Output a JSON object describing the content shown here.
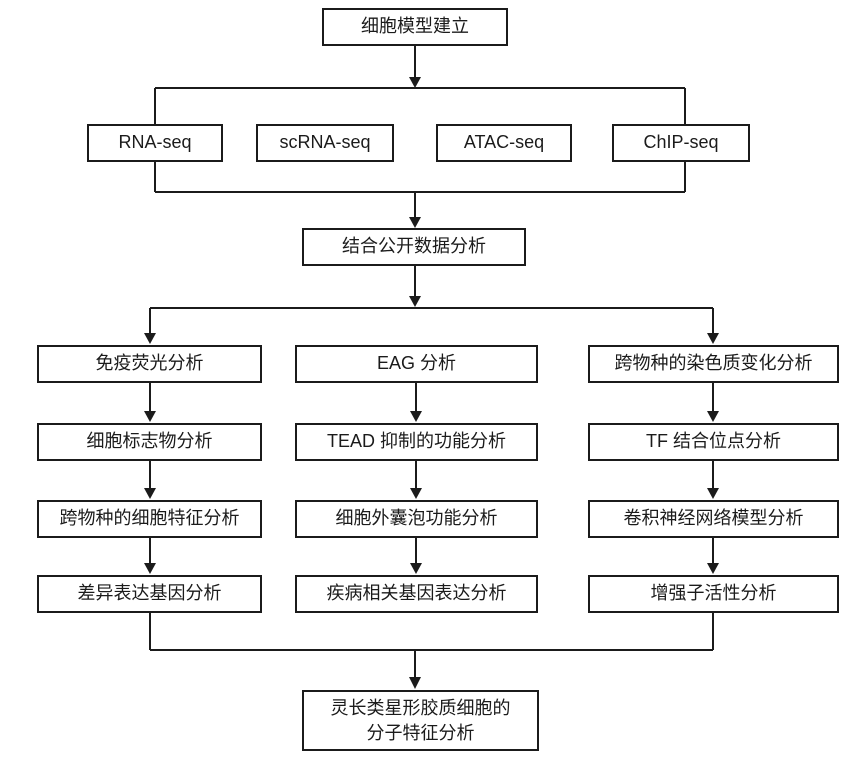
{
  "diagram": {
    "top_label": "细胞模型建立",
    "seq_row": [
      {
        "label": "RNA-seq"
      },
      {
        "label": "scRNA-seq"
      },
      {
        "label": "ATAC-seq"
      },
      {
        "label": "ChIP-seq"
      }
    ],
    "combine_label": "结合公开数据分析",
    "left_column": [
      {
        "label": "免疫荧光分析"
      },
      {
        "label": "细胞标志物分析"
      },
      {
        "label": "跨物种的细胞特征分析"
      },
      {
        "label": "差异表达基因分析"
      }
    ],
    "middle_column": [
      {
        "label": "EAG 分析"
      },
      {
        "label": "TEAD 抑制的功能分析"
      },
      {
        "label": "细胞外囊泡功能分析"
      },
      {
        "label": "疾病相关基因表达分析"
      }
    ],
    "right_column": [
      {
        "label": "跨物种的染色质变化分析"
      },
      {
        "label": "TF 结合位点分析"
      },
      {
        "label": "卷积神经网络模型分析"
      },
      {
        "label": "增强子活性分析"
      }
    ],
    "final_label_line1": "灵长类星形胶质细胞的",
    "final_label_line2": "分子特征分析"
  },
  "colors": {
    "background": "#ffffff",
    "line": "#1b1b1b",
    "box_border": "#1b1b1b",
    "box_fill": "#ffffff",
    "text": "#1b1b1b"
  }
}
